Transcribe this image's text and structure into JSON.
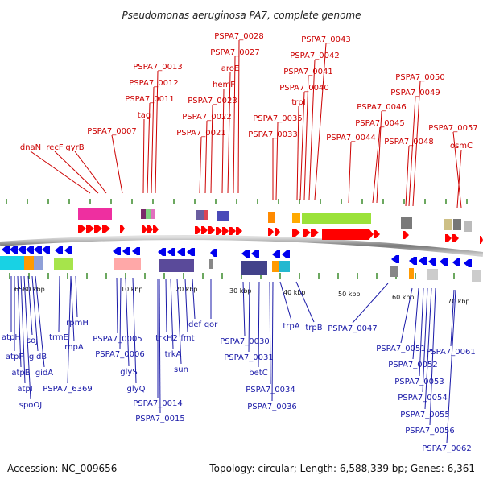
{
  "title": "Pseudomonas aeruginosa PA7, complete genome",
  "footer": {
    "accession": "Accession: NC_009656",
    "summary": "Topology: circular; Length: 6,588,339 bp; Genes: 6,361"
  },
  "scale_labels": [
    "6580 kbp",
    "10 kbp",
    "20 kbp",
    "30 kbp",
    "40 kbp",
    "50 kbp",
    "60 kbp",
    "70 kbp"
  ],
  "forward_genes": [
    "dnaN",
    "recF",
    "gyrB",
    "PSPA7_0007",
    "tag",
    "PSPA7_0011",
    "PSPA7_0012",
    "PSPA7_0013",
    "PSPA7_0021",
    "PSPA7_0022",
    "PSPA7_0023",
    "hemF",
    "aroE",
    "PSPA7_0027",
    "PSPA7_0028",
    "PSPA7_0033",
    "PSPA7_0035",
    "trpI",
    "PSPA7_0040",
    "PSPA7_0041",
    "PSPA7_0042",
    "PSPA7_0043",
    "PSPA7_0044",
    "PSPA7_0045",
    "PSPA7_0046",
    "PSPA7_0048",
    "PSPA7_0049",
    "PSPA7_0050",
    "osmC",
    "PSPA7_0057"
  ],
  "reverse_genes": [
    "atpH",
    "atpF",
    "atpB",
    "atpI",
    "spoOJ",
    "soj",
    "gidB",
    "gidA",
    "trmE",
    "rnpA",
    "rpmH",
    "PSPA7_6369",
    "PSPA7_0005",
    "PSPA7_0006",
    "glyS",
    "glyQ",
    "PSPA7_0014",
    "PSPA7_0015",
    "trkH2",
    "trkA",
    "sun",
    "fmt",
    "def",
    "qor",
    "PSPA7_0030",
    "PSPA7_0031",
    "betC",
    "PSPA7_0034",
    "PSPA7_0036",
    "trpA",
    "trpB",
    "PSPA7_0047",
    "PSPA7_0051",
    "PSPA7_0052",
    "PSPA7_0053",
    "PSPA7_0054",
    "PSPA7_0055",
    "PSPA7_0056",
    "PSPA7_0061",
    "PSPA7_0062"
  ],
  "colors": {
    "forward": "#cc0000",
    "reverse": "#1a1aa8",
    "forward_arrow": "#ff0000",
    "reverse_arrow": "#0000ee",
    "backbone": "#888888"
  }
}
